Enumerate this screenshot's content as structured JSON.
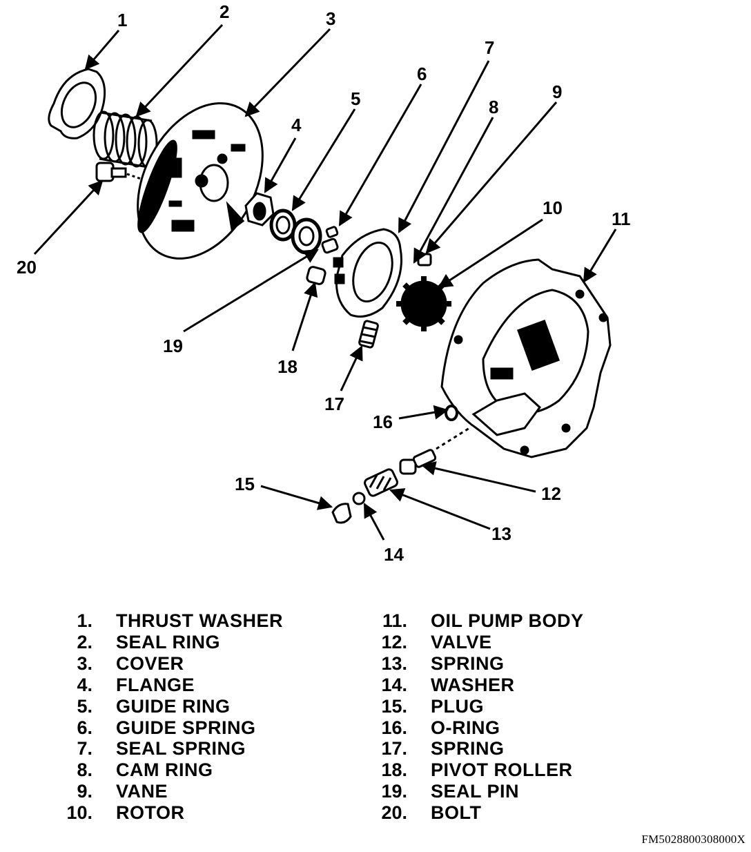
{
  "callouts": {
    "c1": "1",
    "c2": "2",
    "c3": "3",
    "c4": "4",
    "c5": "5",
    "c6": "6",
    "c7": "7",
    "c8": "8",
    "c9": "9",
    "c10": "10",
    "c11": "11",
    "c12": "12",
    "c13": "13",
    "c14": "14",
    "c15": "15",
    "c16": "16",
    "c17": "17",
    "c18": "18",
    "c19": "19",
    "c20": "20"
  },
  "legend": {
    "left": [
      {
        "num": "1.",
        "name": "THRUST WASHER"
      },
      {
        "num": "2.",
        "name": "SEAL RING"
      },
      {
        "num": "3.",
        "name": "COVER"
      },
      {
        "num": "4.",
        "name": "FLANGE"
      },
      {
        "num": "5.",
        "name": "GUIDE RING"
      },
      {
        "num": "6.",
        "name": "GUIDE SPRING"
      },
      {
        "num": "7.",
        "name": "SEAL SPRING"
      },
      {
        "num": "8.",
        "name": "CAM RING"
      },
      {
        "num": "9.",
        "name": "VANE"
      },
      {
        "num": "10.",
        "name": "ROTOR"
      }
    ],
    "right": [
      {
        "num": "11.",
        "name": "OIL PUMP BODY"
      },
      {
        "num": "12.",
        "name": "VALVE"
      },
      {
        "num": "13.",
        "name": "SPRING"
      },
      {
        "num": "14.",
        "name": "WASHER"
      },
      {
        "num": "15.",
        "name": "PLUG"
      },
      {
        "num": "16.",
        "name": "O-RING"
      },
      {
        "num": "17.",
        "name": "SPRING"
      },
      {
        "num": "18.",
        "name": "PIVOT ROLLER"
      },
      {
        "num": "19.",
        "name": "SEAL PIN"
      },
      {
        "num": "20.",
        "name": "BOLT"
      }
    ]
  },
  "figure_id": "FM5028800308000X"
}
